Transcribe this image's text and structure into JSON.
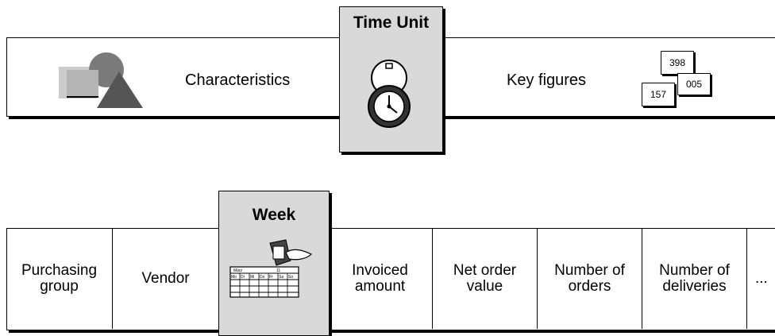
{
  "top": {
    "characteristics_label": "Characteristics",
    "time_unit_label": "Time Unit",
    "key_figures_label": "Key figures",
    "key_figure_numbers": [
      "398",
      "005",
      "157"
    ]
  },
  "bottom": {
    "week_label": "Week",
    "calendar_month": "März",
    "calendar_number": "11",
    "calendar_days": [
      "Mo",
      "Di",
      "Mi",
      "Do",
      "Fr",
      "Sa",
      "So"
    ],
    "columns": [
      {
        "line1": "Purchasing",
        "line2": "group"
      },
      {
        "line1": "Vendor",
        "line2": ""
      },
      {
        "line1": "Invoiced",
        "line2": "amount"
      },
      {
        "line1": "Net order",
        "line2": "value"
      },
      {
        "line1": "Number of",
        "line2": "orders"
      },
      {
        "line1": "Number of",
        "line2": "deliveries"
      },
      {
        "line1": "...",
        "line2": ""
      }
    ]
  },
  "colors": {
    "shade": "#d9d9d9",
    "shape_dark": "#555555",
    "shape_light": "#cccccc"
  }
}
